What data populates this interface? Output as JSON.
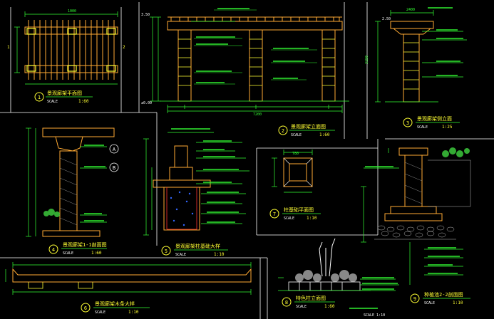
{
  "drawing": {
    "views": [
      {
        "num": "1",
        "title": "景观廊架平面图",
        "scale_label": "SCALE",
        "scale": "1:60"
      },
      {
        "num": "2",
        "title": "景观廊架立面图",
        "scale_label": "SCALE",
        "scale": "1:60"
      },
      {
        "num": "3",
        "title": "景观廊架侧立面",
        "scale_label": "SCALE",
        "scale": "1:25"
      },
      {
        "num": "4",
        "title": "景观廊架1-1剖面图",
        "scale_label": "SCALE",
        "scale": "1:60"
      },
      {
        "num": "5",
        "title": "景观廊架柱基础大样",
        "scale_label": "SCALE",
        "scale": "1:10"
      },
      {
        "num": "6",
        "title": "景观廊架木条大样",
        "scale_label": "SCALE",
        "scale": "1:10"
      },
      {
        "num": "7",
        "title": "柱基础平面图",
        "scale_label": "SCALE",
        "scale": "1:10"
      },
      {
        "num": "8",
        "title": "特色柱立面图",
        "scale_label": "SCALE",
        "scale": "1:60"
      },
      {
        "num": "9",
        "title": "种植池2-2剖面图",
        "scale_label": "SCALE",
        "scale": "1:10"
      }
    ],
    "annotations": {
      "level_350": "3.50",
      "level_250": "2.50",
      "level_000": "±0.00",
      "dim_7200": "7200",
      "dim_1000": "1000",
      "dim_2400": "2400",
      "dim_3150": "3150",
      "dim_780": "780",
      "marker_1": "1",
      "marker_2": "2",
      "mark_a": "A",
      "mark_b": "B",
      "planting_scale": "SCALE 1:10"
    }
  }
}
